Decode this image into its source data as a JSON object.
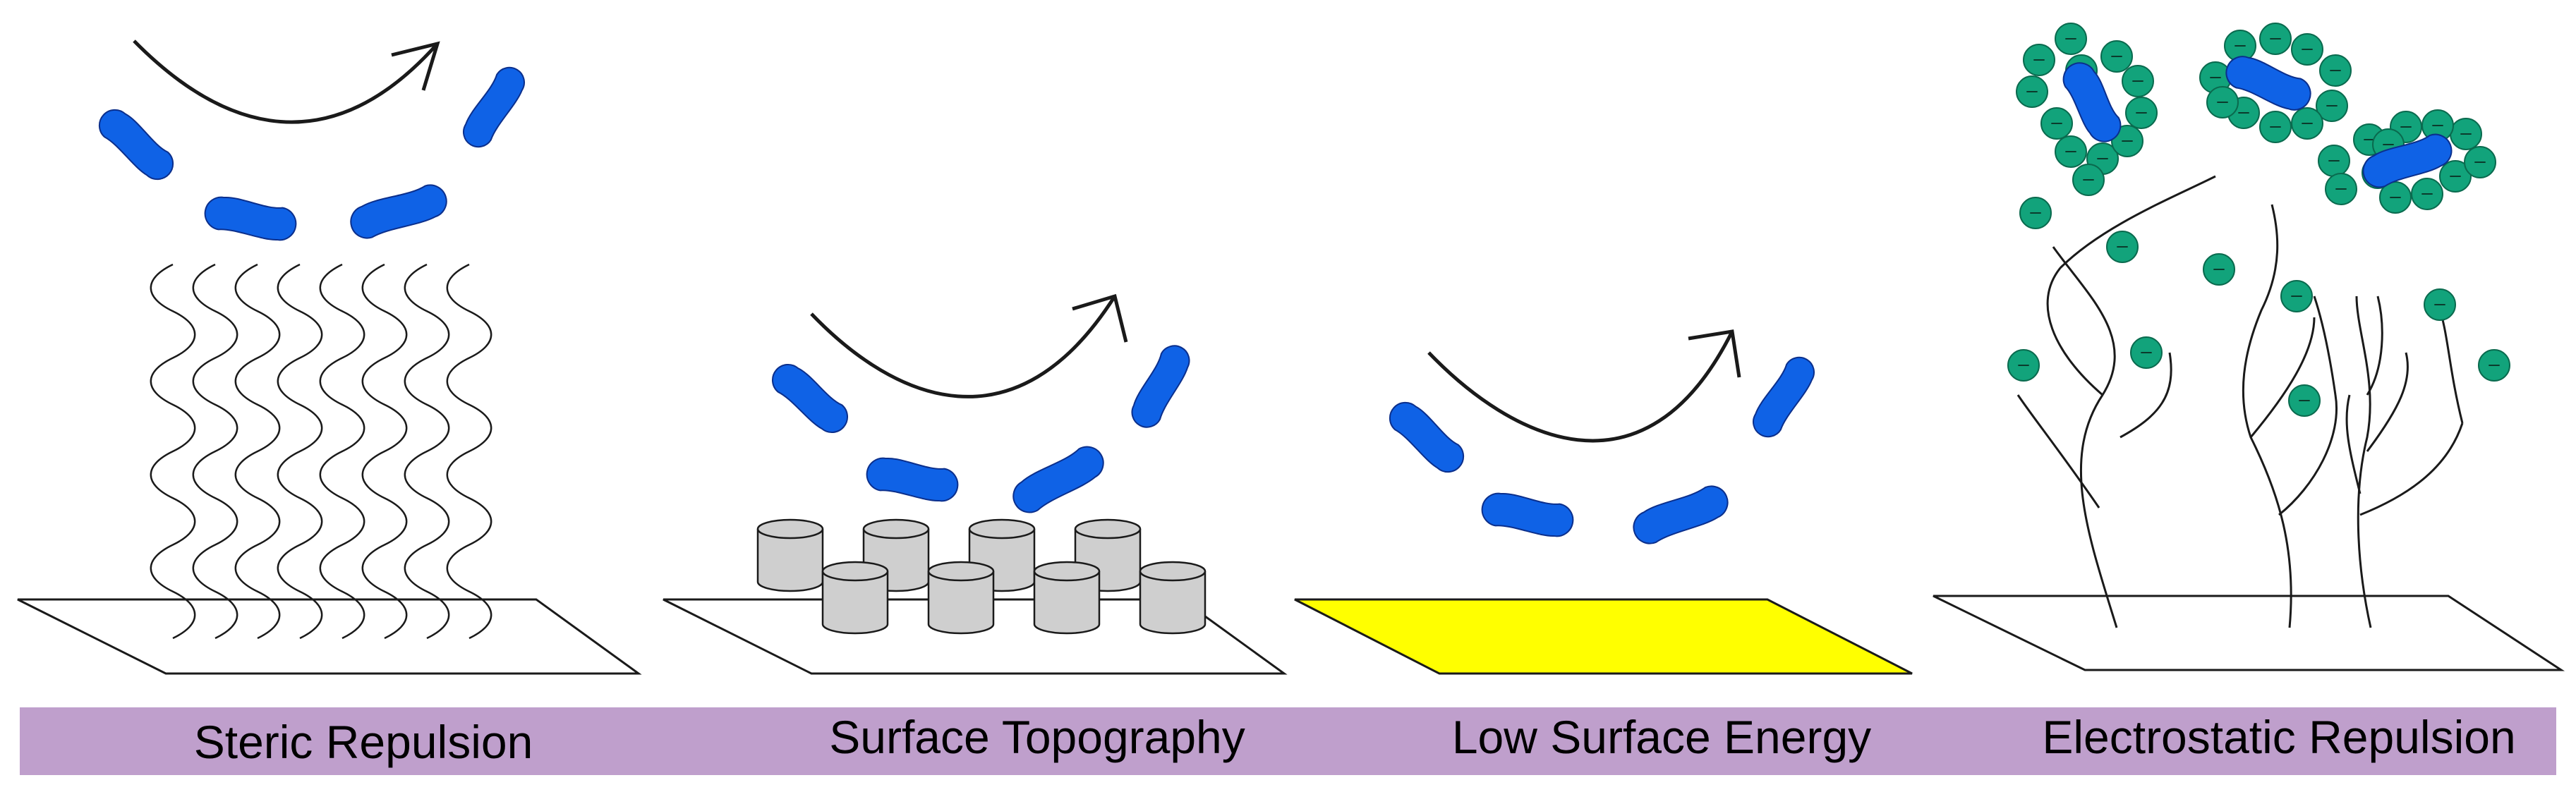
{
  "panels": [
    {
      "id": "steric",
      "label": "Steric Repulsion"
    },
    {
      "id": "topography",
      "label": "Surface Topography"
    },
    {
      "id": "low-energy",
      "label": "Low Surface Energy"
    },
    {
      "id": "electrostatic",
      "label": "Electrostatic Repulsion"
    }
  ],
  "colors": {
    "label_band": "#bf9fcc",
    "bacteria": "#0f62e6",
    "bacteria_outline": "#0b2f8c",
    "ion": "#12a37b",
    "ion_outline": "#0a6a4e",
    "low_energy_surface": "#ffff00",
    "pillar": "#cfcfcf",
    "line": "#1a1a1a"
  },
  "icons": {
    "bacterium": "rod-bacterium-icon",
    "ion": "negative-ion-icon",
    "trajectory": "curved-arrow-icon"
  }
}
